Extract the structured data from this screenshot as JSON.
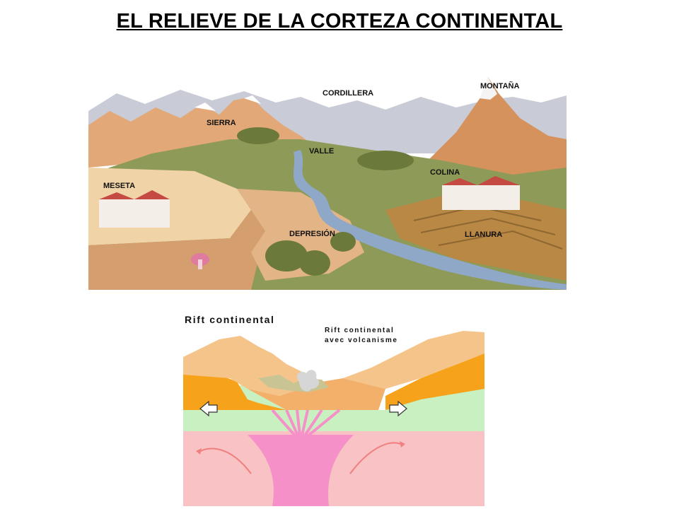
{
  "title": "EL RELIEVE DE LA CORTEZA CONTINENTAL",
  "landscape": {
    "labels": {
      "cordillera": "CORDILLERA",
      "montana": "MONTAÑA",
      "sierra": "SIERRA",
      "valle": "VALLE",
      "colina": "COLINA",
      "meseta": "MESETA",
      "depresion": "DEPRESIÓN",
      "llanura": "LLANURA"
    }
  },
  "rift": {
    "title": "Rift continental",
    "subtitle_line1": "Rift continental",
    "subtitle_line2": "avec volcanisme"
  },
  "colors": {
    "crust_orange": "#f7a21b",
    "crust_top": "#f5c48a",
    "mantle_green": "#c8f0c0",
    "asthenosphere_pink": "#f9c2c4",
    "magma": "#f590c8",
    "sky": "#ffffff",
    "river": "#8fa8c8"
  }
}
